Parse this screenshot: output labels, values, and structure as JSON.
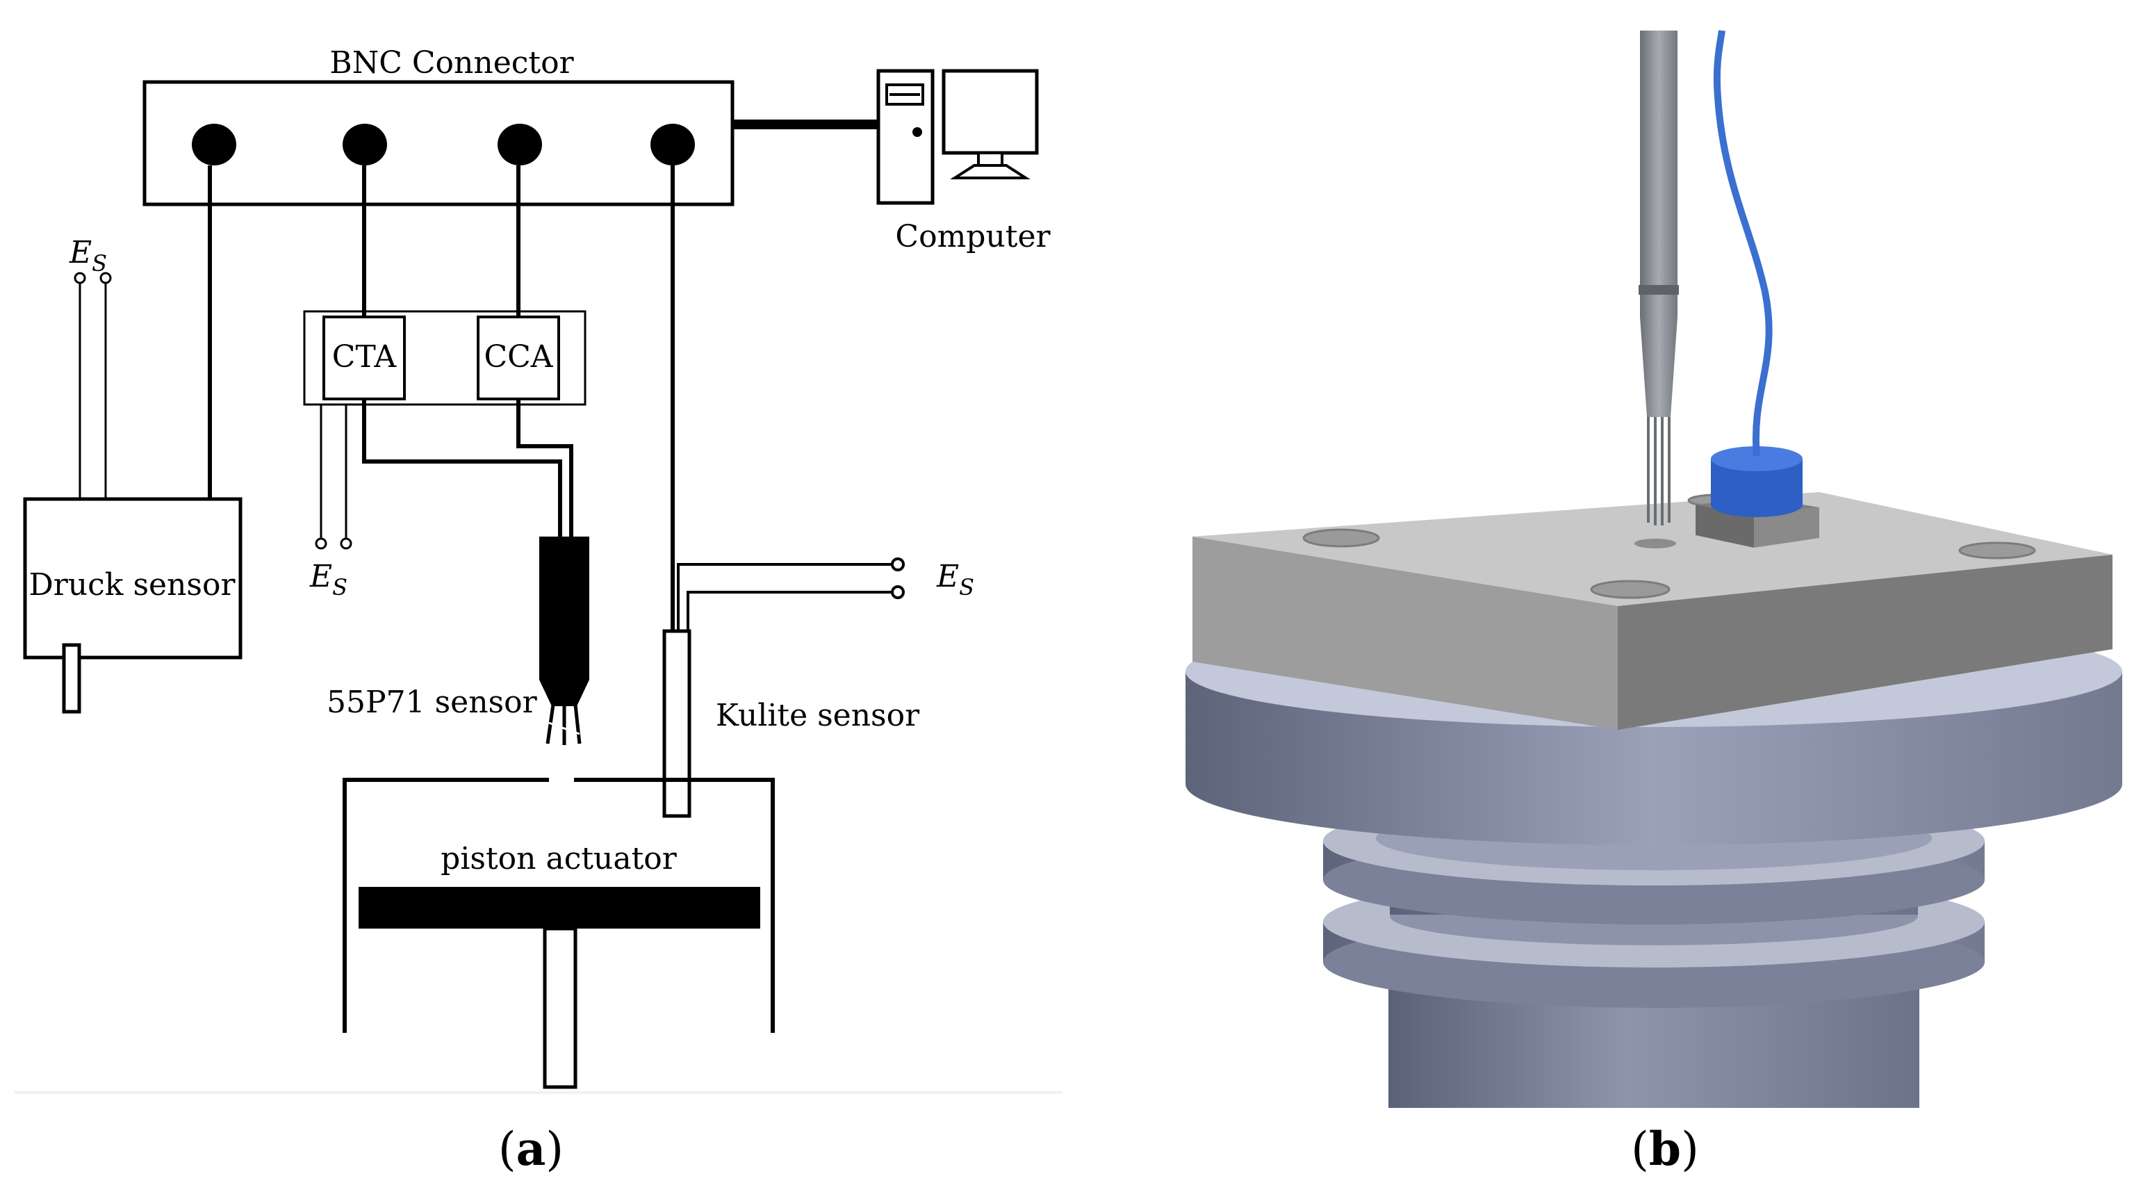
{
  "panel_a": {
    "caption_open": "(",
    "caption_letter": "a",
    "caption_close": ")",
    "bnc_label": "BNC Connector",
    "computer_label": "Computer",
    "cta_label": "CTA",
    "cca_label": "CCA",
    "druck_label": "Druck sensor",
    "es_symbol": "E",
    "es_subscript": "S",
    "probe_label": "55P71 sensor",
    "kulite_label": "Kulite sensor",
    "piston_label": "piston actuator"
  },
  "panel_b": {
    "caption_open": "(",
    "caption_letter": "b",
    "caption_close": ")",
    "cable_color": "#3b6fd0",
    "cap_color": "#2d5fc4"
  }
}
